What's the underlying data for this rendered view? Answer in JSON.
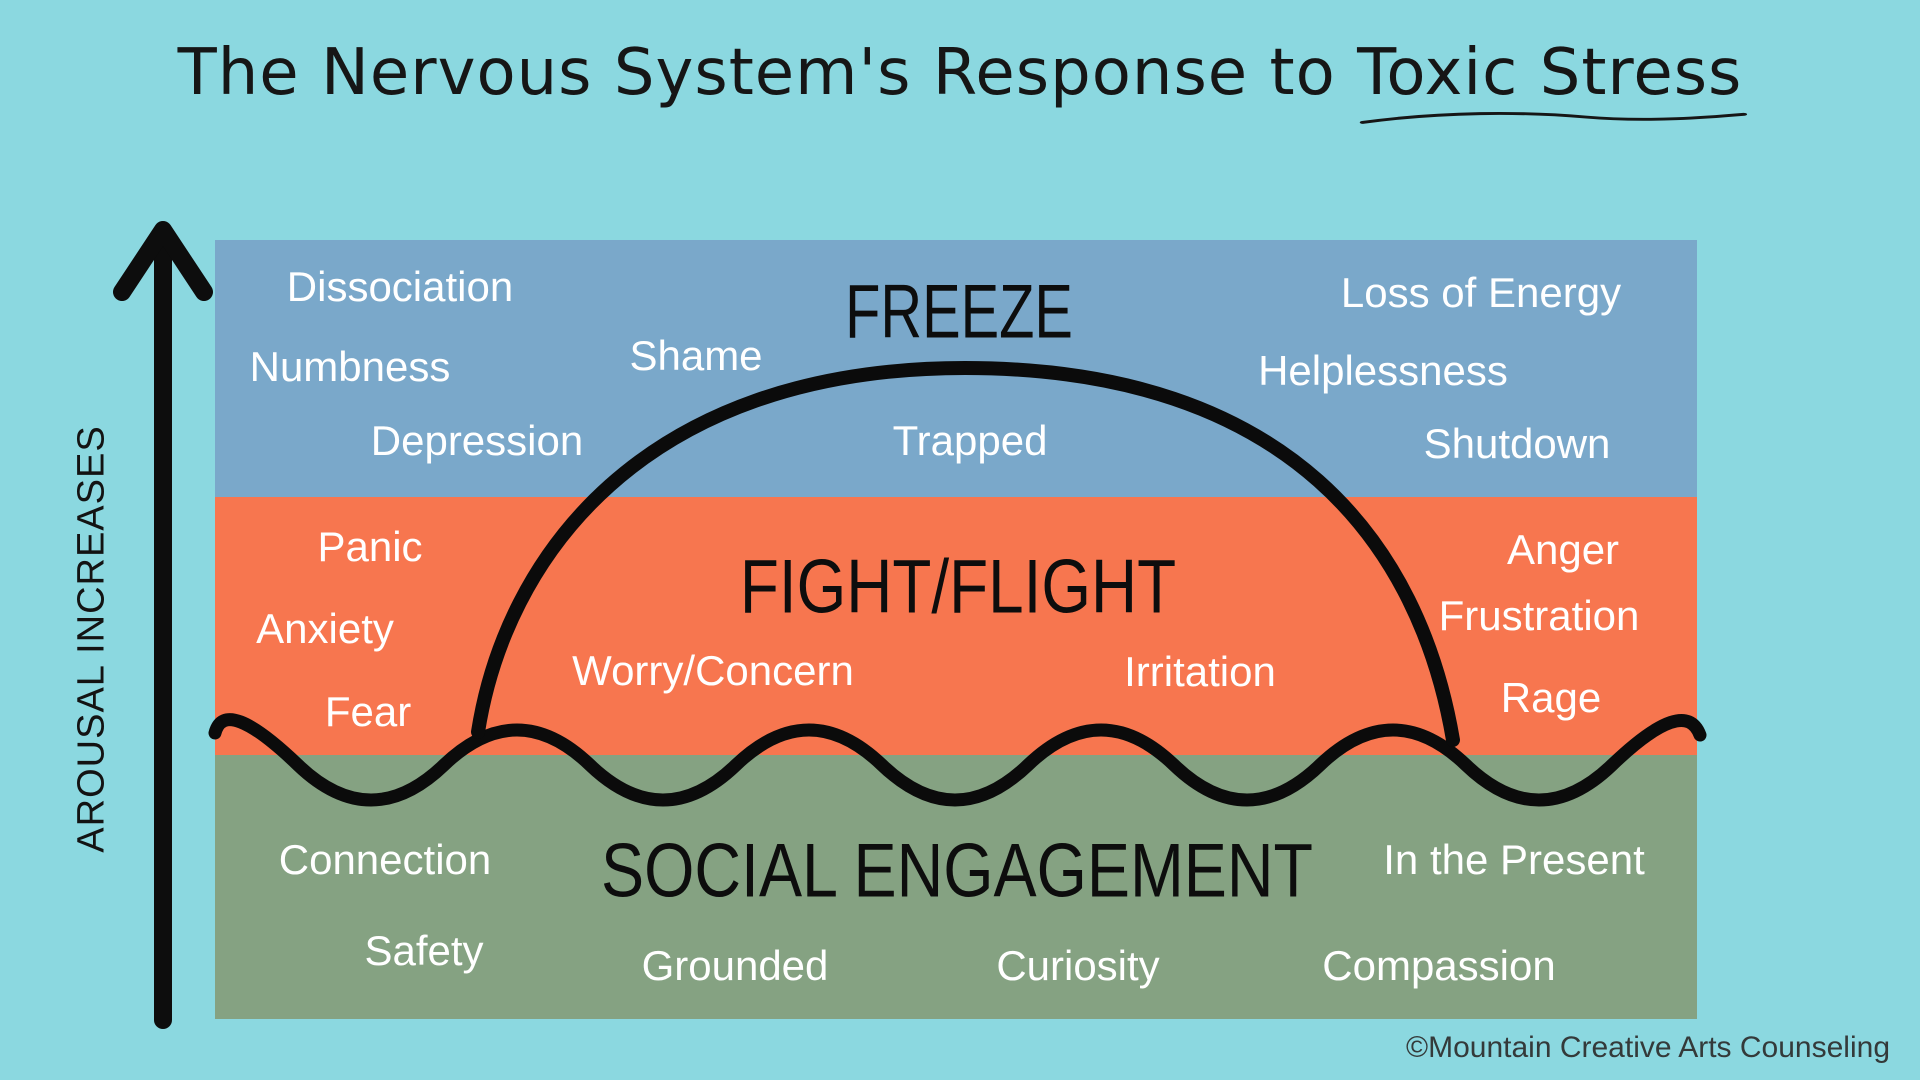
{
  "title": {
    "prefix": "The Nervous System's Response to ",
    "underlined": "Toxic Stress"
  },
  "y_axis": {
    "label": "AROUSAL INCREASES"
  },
  "zones": {
    "freeze": {
      "name": "FREEZE",
      "color": "#7AA8CA",
      "words": [
        "Dissociation",
        "Numbness",
        "Depression",
        "Shame",
        "Trapped",
        "Loss of Energy",
        "Helplessness",
        "Shutdown"
      ]
    },
    "fight_flight": {
      "name": "FIGHT/FLIGHT",
      "color": "#F7764F",
      "words": [
        "Panic",
        "Anxiety",
        "Fear",
        "Worry/Concern",
        "Irritation",
        "Anger",
        "Frustration",
        "Rage"
      ]
    },
    "social_engagement": {
      "name": "SOCIAL ENGAGEMENT",
      "color": "#85A282",
      "words": [
        "Connection",
        "Safety",
        "Grounded",
        "Curiosity",
        "In the Present",
        "Compassion"
      ]
    }
  },
  "footer": {
    "copyright": "©Mountain Creative Arts Counseling"
  },
  "colors": {
    "background": "#8BD8E0",
    "freeze-band": "#7AA8CA",
    "fight-band": "#F7764F",
    "social-band": "#85A282",
    "word-text": "#FFFFFF",
    "ink": "#0D0D0D"
  }
}
